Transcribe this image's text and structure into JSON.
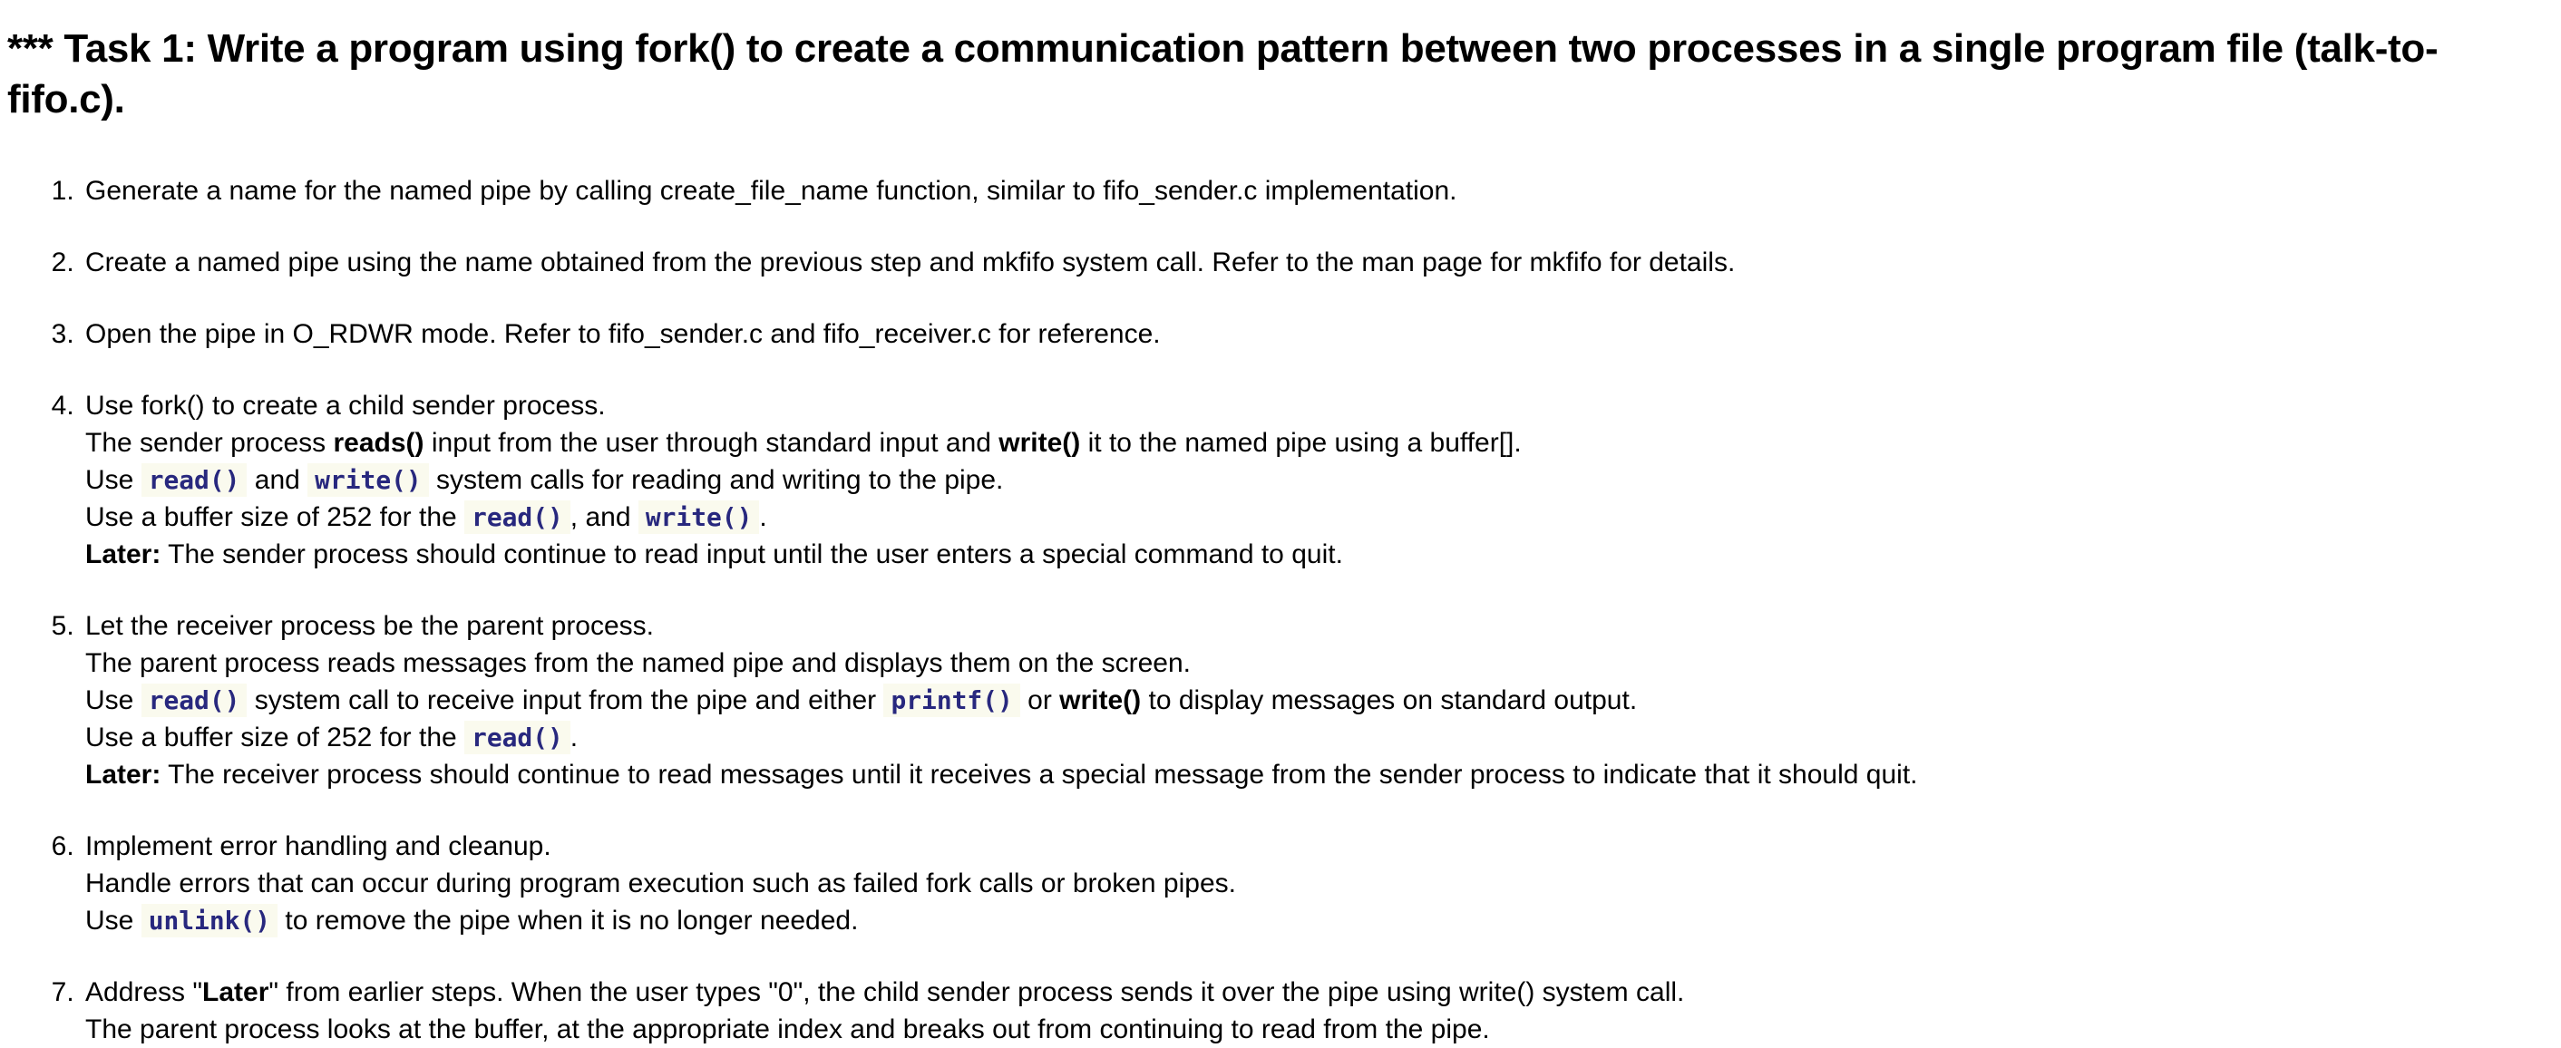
{
  "colors": {
    "background": "#ffffff",
    "body_text": "#000000",
    "code_text": "#28287e",
    "code_background": "#fafaee"
  },
  "heading": {
    "text": "*** Task 1: Write a program using fork() to create a communication pattern between two processes in a single program file (talk-to-fifo.c)."
  },
  "task_list": {
    "style": "ordered-numeric",
    "items": [
      {
        "lines": [
          [
            {
              "t": "text",
              "s": "Generate a name for the named pipe by calling create_file_name function, similar to fifo_sender.c implementation."
            }
          ]
        ]
      },
      {
        "lines": [
          [
            {
              "t": "text",
              "s": "Create a named pipe using the name obtained from the previous step and mkfifo system call. Refer to the man page for mkfifo for details."
            }
          ]
        ]
      },
      {
        "lines": [
          [
            {
              "t": "text",
              "s": "Open the pipe in O_RDWR mode. Refer to fifo_sender.c and fifo_receiver.c for reference."
            }
          ]
        ]
      },
      {
        "lines": [
          [
            {
              "t": "text",
              "s": "Use fork() to create a child sender process."
            }
          ],
          [
            {
              "t": "text",
              "s": "The sender process "
            },
            {
              "t": "bold",
              "s": "reads()"
            },
            {
              "t": "text",
              "s": " input from the user through standard input and "
            },
            {
              "t": "bold",
              "s": "write()"
            },
            {
              "t": "text",
              "s": " it to the named pipe using a buffer[]."
            }
          ],
          [
            {
              "t": "text",
              "s": "Use "
            },
            {
              "t": "code",
              "s": "read()"
            },
            {
              "t": "text",
              "s": " and "
            },
            {
              "t": "code",
              "s": "write()"
            },
            {
              "t": "text",
              "s": " system calls for reading and writing to the pipe."
            }
          ],
          [
            {
              "t": "text",
              "s": "Use a buffer size of 252 for the "
            },
            {
              "t": "code",
              "s": "read()"
            },
            {
              "t": "text",
              "s": ", and "
            },
            {
              "t": "code",
              "s": "write()"
            },
            {
              "t": "text",
              "s": "."
            }
          ],
          [
            {
              "t": "bold",
              "s": "Later:"
            },
            {
              "t": "text",
              "s": " The sender process should continue to read input until the user enters a special command to quit."
            }
          ]
        ]
      },
      {
        "lines": [
          [
            {
              "t": "text",
              "s": "Let the receiver process be the parent process."
            }
          ],
          [
            {
              "t": "text",
              "s": "The parent process reads messages from the named pipe and displays them on the screen."
            }
          ],
          [
            {
              "t": "text",
              "s": "Use "
            },
            {
              "t": "code",
              "s": "read()"
            },
            {
              "t": "text",
              "s": " system call to receive input from the pipe and either "
            },
            {
              "t": "code",
              "s": "printf()"
            },
            {
              "t": "text",
              "s": " or "
            },
            {
              "t": "bold",
              "s": "write()"
            },
            {
              "t": "text",
              "s": " to display messages on standard output."
            }
          ],
          [
            {
              "t": "text",
              "s": "Use a buffer size of 252 for the "
            },
            {
              "t": "code",
              "s": "read()"
            },
            {
              "t": "text",
              "s": "."
            }
          ],
          [
            {
              "t": "bold",
              "s": "Later:"
            },
            {
              "t": "text",
              "s": " The receiver process should continue to read messages until it receives a special message from the sender process to indicate that it should quit."
            }
          ]
        ]
      },
      {
        "lines": [
          [
            {
              "t": "text",
              "s": "Implement error handling and cleanup."
            }
          ],
          [
            {
              "t": "text",
              "s": "Handle errors that can occur during program execution such as failed fork calls or broken pipes."
            }
          ],
          [
            {
              "t": "text",
              "s": "Use "
            },
            {
              "t": "code",
              "s": "unlink()"
            },
            {
              "t": "text",
              "s": " to remove the pipe when it is no longer needed."
            }
          ]
        ]
      },
      {
        "lines": [
          [
            {
              "t": "text",
              "s": "Address \""
            },
            {
              "t": "bold",
              "s": "Later"
            },
            {
              "t": "text",
              "s": "\" from earlier steps. When the user types \"0\", the child sender process sends it over the pipe using write() system call."
            }
          ],
          [
            {
              "t": "text",
              "s": "The parent process looks at the buffer, at the appropriate index and breaks out from continuing to read from the pipe."
            }
          ]
        ]
      }
    ]
  }
}
